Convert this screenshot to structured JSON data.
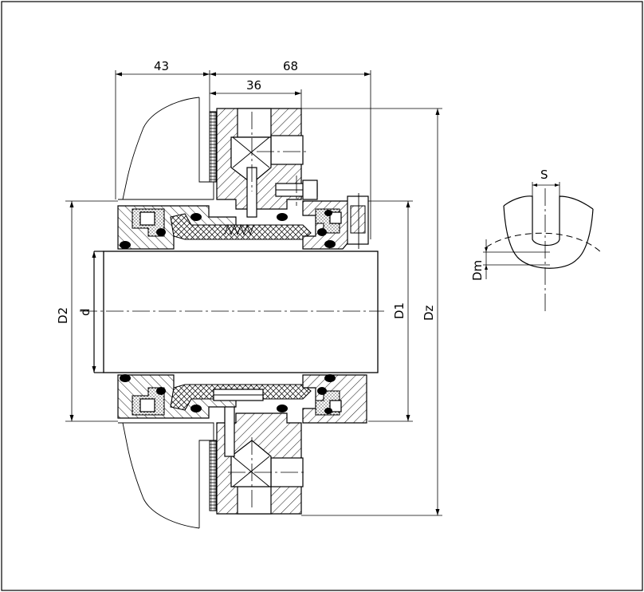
{
  "dimensions": {
    "top_left": "43",
    "top_right": "68",
    "top_inner": "36",
    "shaft_dia": "d",
    "outer_left": "D2",
    "inner_right": "D1",
    "outer_right": "Dz",
    "detail_width": "S",
    "detail_depth": "Dm"
  },
  "colors": {
    "line": "#000000",
    "background": "#ffffff"
  }
}
